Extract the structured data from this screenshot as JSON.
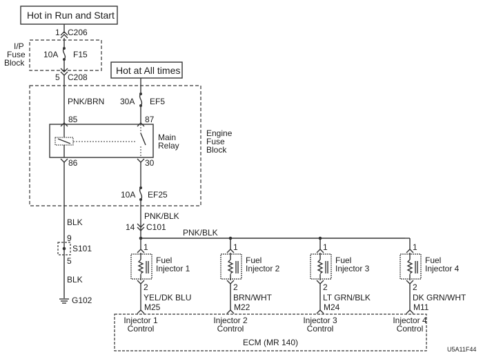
{
  "title_boxes": {
    "run_start": "Hot in Run and Start",
    "all_times": "Hot at All times"
  },
  "ip_fuse_block": {
    "label_lines": [
      "I/P",
      "Fuse",
      "Block"
    ],
    "fuse_rating": "10A",
    "fuse_id": "F15",
    "top_connector_pin": "1",
    "top_connector": "C206",
    "bottom_connector_pin": "5",
    "bottom_connector": "C208"
  },
  "engine_fuse_block": {
    "label_lines": [
      "Engine",
      "Fuse",
      "Block"
    ],
    "fuse_ef5_rating": "30A",
    "fuse_ef5_id": "EF5",
    "fuse_ef25_rating": "10A",
    "fuse_ef25_id": "EF25",
    "relay_label_lines": [
      "Main",
      "Relay"
    ],
    "relay_pins": {
      "p85": "85",
      "p87": "87",
      "p86": "86",
      "p30": "30"
    }
  },
  "wires": {
    "coil_feed": "PNK/BRN",
    "ground_upper": "BLK",
    "ground_lower": "BLK",
    "injector_feed_vertical": "PNK/BLK",
    "injector_bus": "PNK/BLK"
  },
  "splice": {
    "id": "S101",
    "pin_top": "9",
    "pin_bottom": "5"
  },
  "ground": {
    "id": "G102"
  },
  "c101": {
    "pin": "14",
    "id": "C101"
  },
  "injectors": [
    {
      "name_line1": "Fuel",
      "name_line2": "Injector 1",
      "pin_in": "1",
      "pin_out": "2",
      "wire": "YEL/DK BLU",
      "ecm_pin": "M25",
      "ecm_line1": "Injector 1",
      "ecm_line2": "Control"
    },
    {
      "name_line1": "Fuel",
      "name_line2": "Injector 2",
      "pin_in": "1",
      "pin_out": "2",
      "wire": "BRN/WHT",
      "ecm_pin": "M22",
      "ecm_line1": "Injector 2",
      "ecm_line2": "Control"
    },
    {
      "name_line1": "Fuel",
      "name_line2": "Injector 3",
      "pin_in": "1",
      "pin_out": "2",
      "wire": "LT GRN/BLK",
      "ecm_pin": "M24",
      "ecm_line1": "Injector 3",
      "ecm_line2": "Control"
    },
    {
      "name_line1": "Fuel",
      "name_line2": "Injector 4",
      "pin_in": "1",
      "pin_out": "2",
      "wire": "DK GRN/WHT",
      "ecm_pin": "M11",
      "ecm_line1": "Injector 4",
      "ecm_line2": "Control"
    }
  ],
  "ecm": {
    "label": "ECM (MR 140)"
  },
  "figure_id": "U5A11F44"
}
